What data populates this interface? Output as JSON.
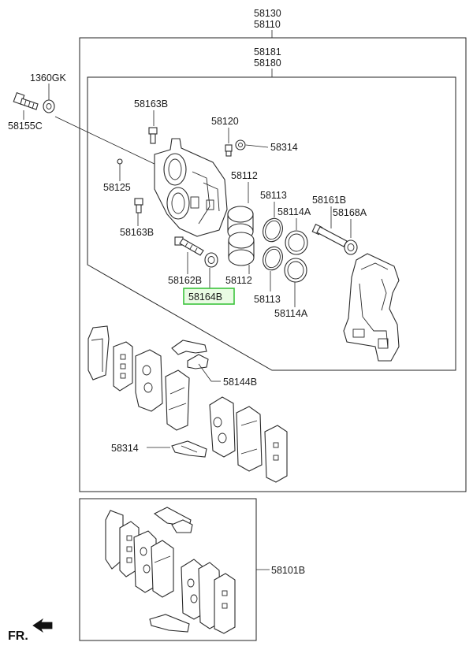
{
  "colors": {
    "highlight_border": "#3cc43c",
    "highlight_fill": "#e9fbe3",
    "line": "#222222"
  },
  "labels": {
    "p58130": "58130",
    "p58110": "58110",
    "p58181": "58181",
    "p58180": "58180",
    "p1360GK": "1360GK",
    "p58155C": "58155C",
    "p58163B_top": "58163B",
    "p58120": "58120",
    "p58314_top": "58314",
    "p58125": "58125",
    "p58112_top": "58112",
    "p58113_top": "58113",
    "p58114A_top": "58114A",
    "p58161B": "58161B",
    "p58168A": "58168A",
    "p58163B_bot": "58163B",
    "p58162B": "58162B",
    "p58112_bot": "58112",
    "p58113_bot": "58113",
    "p58114A_bot": "58114A",
    "p58164B": "58164B",
    "p58144B": "58144B",
    "p58314_bot": "58314",
    "p58101B": "58101B",
    "fr": "FR."
  },
  "icons": {
    "direction_arrow": "arrow-icon"
  }
}
